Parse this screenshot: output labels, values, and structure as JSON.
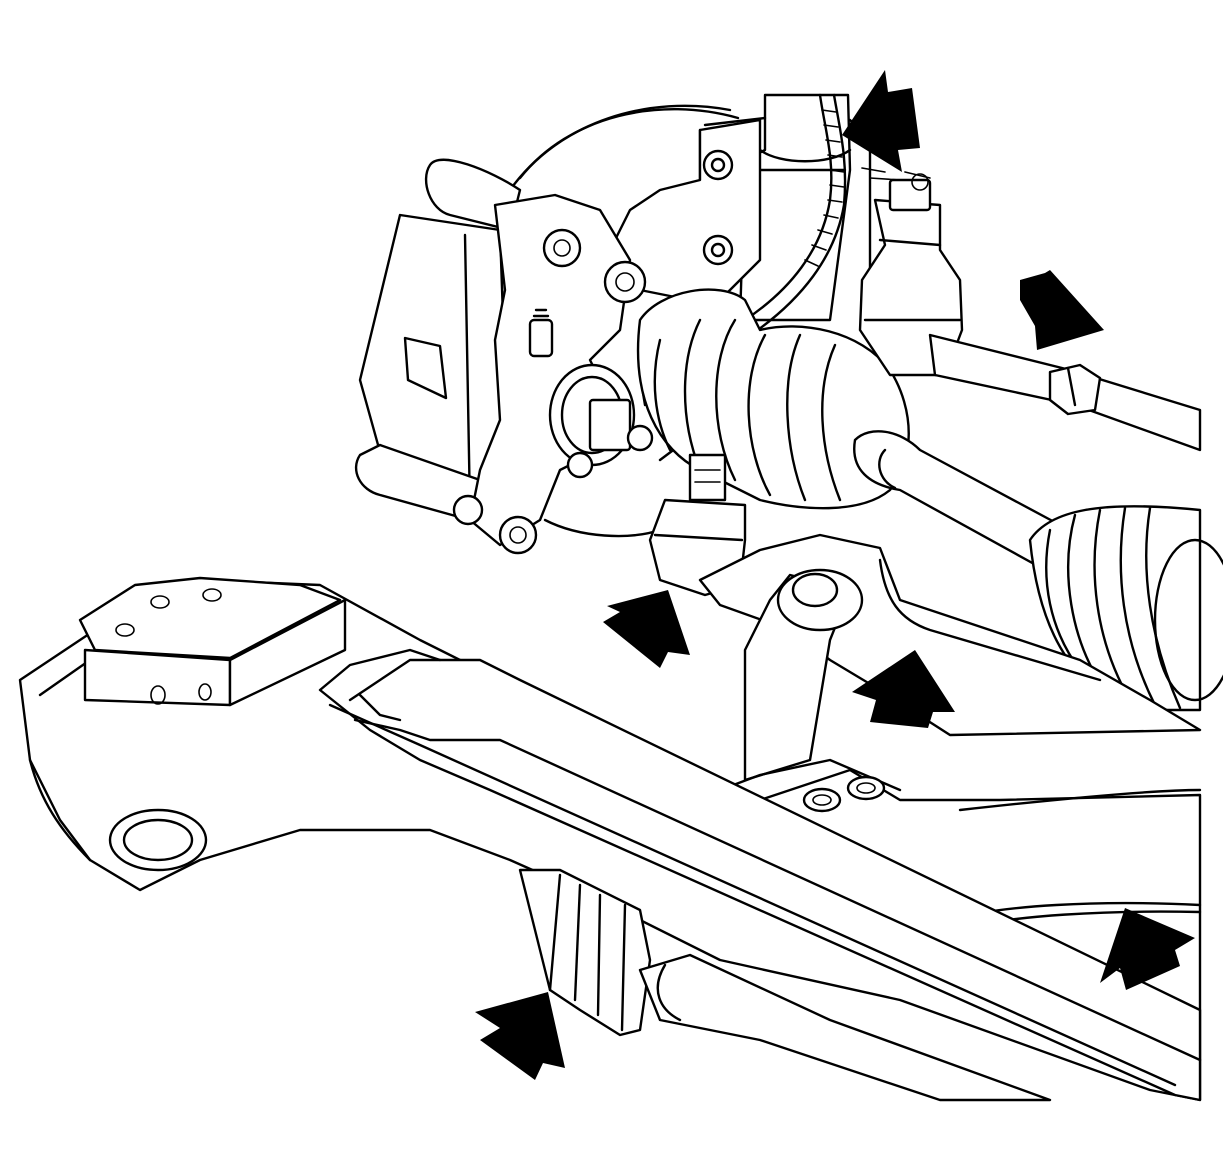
{
  "diagram": {
    "type": "technical-line-illustration",
    "subject": "front-suspension-steering-assembly",
    "arrow_color": "#000000",
    "line_color": "#000000",
    "background": "#ffffff",
    "components": [
      "strut",
      "brake-hose",
      "brake-caliper",
      "brake-rotor",
      "steering-knuckle",
      "outer-tie-rod-end",
      "tie-rod",
      "cv-axle-boot",
      "lower-ball-joint",
      "lower-control-arm",
      "stabilizer-link",
      "crossmember",
      "steering-gear-boot"
    ],
    "arrows": [
      {
        "id": "arrow-top-strut"
      },
      {
        "id": "arrow-tie-rod-right"
      },
      {
        "id": "arrow-ball-joint"
      },
      {
        "id": "arrow-control-arm"
      },
      {
        "id": "arrow-crossmember-right"
      },
      {
        "id": "arrow-steering-boot"
      }
    ]
  }
}
